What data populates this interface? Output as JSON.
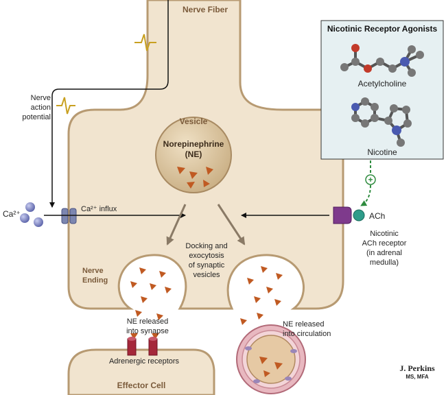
{
  "labels": {
    "nerve_fiber": "Nerve Fiber",
    "nerve_action_potential": "Nerve\naction\npotential",
    "vesicle": "Vesicle",
    "norepinephrine": "Norepinephrine\n(NE)",
    "ca_ion": "Ca²⁺",
    "ca_influx": "Ca²⁺ influx",
    "docking": "Docking and\nexocytosis\nof synaptic\nvesicles",
    "nerve_ending": "Nerve\nEnding",
    "ne_synapse": "NE released\ninto synapse",
    "ne_circulation": "NE released\ninto circulation",
    "adrenergic_receptors": "Adrenergic receptors",
    "effector_cell": "Effector Cell",
    "ach": "ACh",
    "nicotinic_receptor": "Nicotinic\nACh receptor\n(in adrenal\nmedulla)",
    "plus_sign": "+"
  },
  "agonists_panel": {
    "title": "Nicotinic Receptor Agonists",
    "molecules": [
      "Acetylcholine",
      "Nicotine"
    ]
  },
  "signature": {
    "name": "J. Perkins",
    "credentials": "MS, MFA"
  },
  "colors": {
    "cell_fill": "#f1e4cf",
    "cell_stroke": "#b79a72",
    "vesicle_fill": "#d6bf98",
    "ne_triangle": "#c05a22",
    "receptor_red": "#a5283a",
    "receptor_purple": "#7e3a8c",
    "ach_teal": "#2e9c8a",
    "ca_ion": "#7a82c0",
    "panel_fill": "#e6f0f2",
    "agonist_arrow": "#2e8b3e"
  }
}
